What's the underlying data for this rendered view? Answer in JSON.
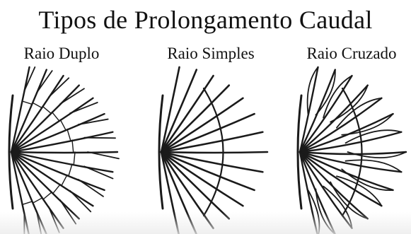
{
  "title": "Tipos de Prolongamento Caudal",
  "fins": [
    {
      "label": "Raio Duplo",
      "style": "double"
    },
    {
      "label": "Raio Simples",
      "style": "simple"
    },
    {
      "label": "Raio Cruzado",
      "style": "crossed"
    }
  ],
  "ink_color": "#1a1a1a"
}
